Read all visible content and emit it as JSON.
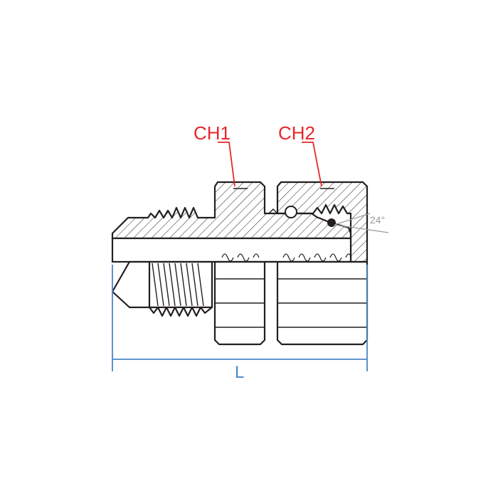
{
  "labels": {
    "ch1": "CH1",
    "ch2": "CH2",
    "angle": "24°",
    "length": "L"
  },
  "colors": {
    "label_red": "#e8262b",
    "dimension_blue": "#4a86c8",
    "outline": "#231f20",
    "angle_grey": "#9a9a9a"
  }
}
